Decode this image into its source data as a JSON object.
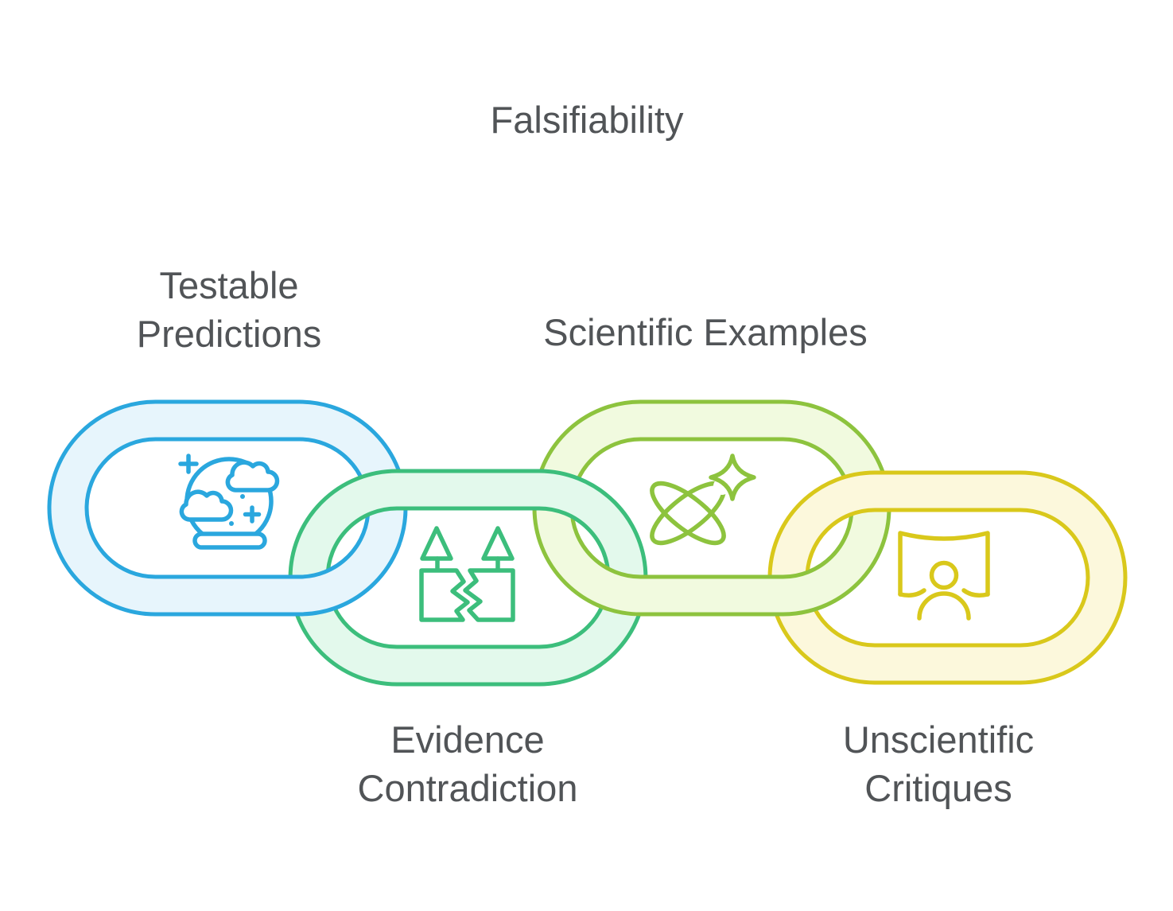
{
  "title": "Falsifiability",
  "text_color": "#515457",
  "background_color": "#ffffff",
  "nodes": [
    {
      "id": "testable-predictions",
      "label_lines": [
        "Testable",
        "Predictions"
      ],
      "icon": "crystal-ball-icon",
      "color": "#2AA7DE",
      "fill": "#E7F5FC"
    },
    {
      "id": "evidence-contradiction",
      "label_lines": [
        "Evidence",
        "Contradiction"
      ],
      "icon": "broken-evidence-icon",
      "color": "#3CBE7C",
      "fill": "#E3F9EC"
    },
    {
      "id": "scientific-examples",
      "label_lines": [
        "Scientific Examples"
      ],
      "icon": "atom-orbit-icon",
      "color": "#8DC33E",
      "fill": "#F1FADF"
    },
    {
      "id": "unscientific-critiques",
      "label_lines": [
        "Unscientific",
        "Critiques"
      ],
      "icon": "person-screen-icon",
      "color": "#D9C81B",
      "fill": "#FCF8DC"
    }
  ]
}
